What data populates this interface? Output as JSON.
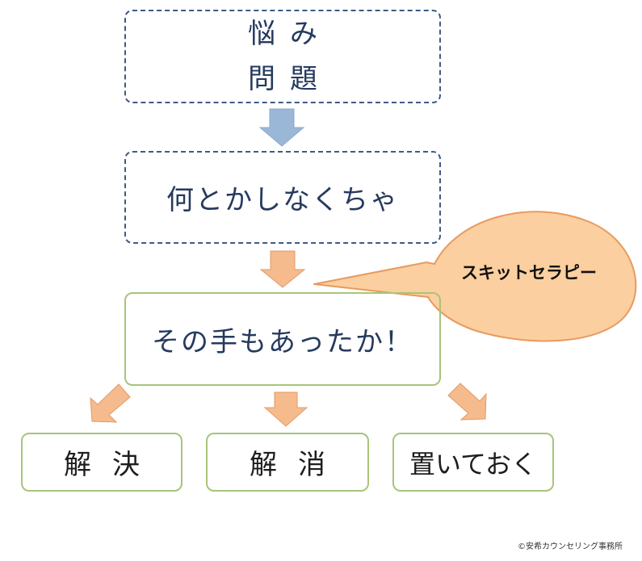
{
  "boxes": {
    "worry_line1": "悩み",
    "worry_line2": "問題",
    "must_do": "何とかしなくちゃ",
    "other_way": "その手もあったか！",
    "solve": "解決",
    "dissolve": "解消",
    "leave": "置いておく"
  },
  "callout": {
    "label": "スキットセラピー"
  },
  "footer": {
    "copyright": "©安希カウンセリング事務所"
  },
  "colors": {
    "dashed_border": "#3e5a86",
    "green_border": "#a8c47a",
    "blue_arrow": "#9bb7d8",
    "orange_arrow": "#f6bb8c",
    "orange_arrow_border": "#e09a68",
    "bubble_fill": "#fbcf9f",
    "bubble_border": "#e89a5f",
    "text_blue": "#263a5e"
  }
}
